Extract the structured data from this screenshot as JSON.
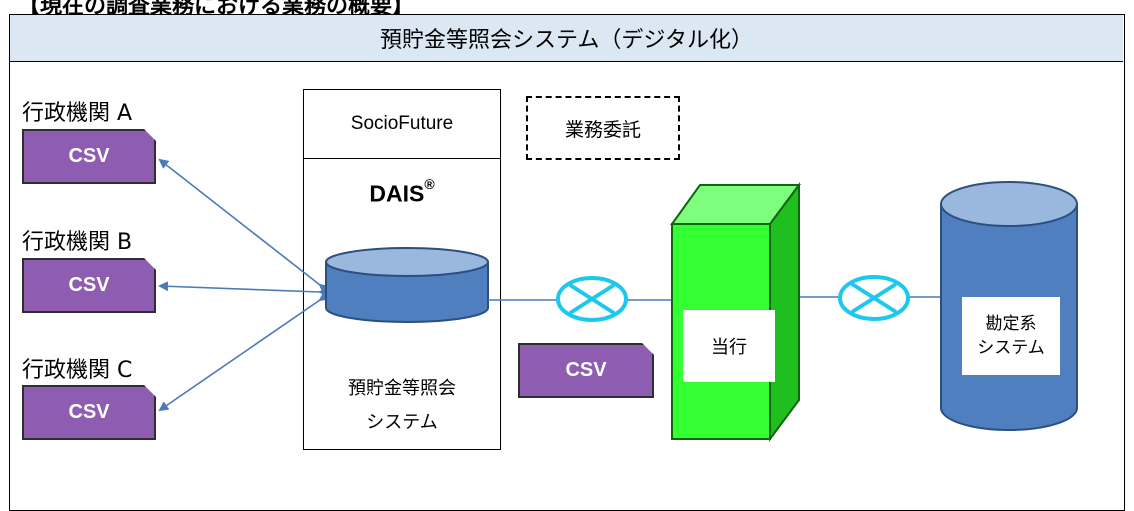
{
  "top_cut_text": "【現在の調査業務における業務の概要】",
  "header": {
    "title": "預貯金等照会システム（デジタル化）"
  },
  "agencies": [
    {
      "label": "行政機関 A",
      "file": "CSV"
    },
    {
      "label": "行政機関 B",
      "file": "CSV"
    },
    {
      "label": "行政機関 C",
      "file": "CSV"
    }
  ],
  "dais": {
    "vendor": "SocioFuture",
    "name": "DAIS",
    "mark": "®",
    "caption_line1": "預貯金等照会",
    "caption_line2": "システム"
  },
  "outsourcing": {
    "label": "業務委託"
  },
  "transfer_file": {
    "label": "CSV"
  },
  "bank": {
    "label": "当行"
  },
  "accounting": {
    "line1": "勘定系",
    "line2": "システム"
  },
  "colors": {
    "header_bg": "#dbe8f3",
    "csv_fill": "#8e5cb0",
    "db_fill": "#4f7fbf",
    "server_fill": "#33ff33",
    "connector": "#1ec7ef",
    "arrow": "#4a7ab8"
  }
}
